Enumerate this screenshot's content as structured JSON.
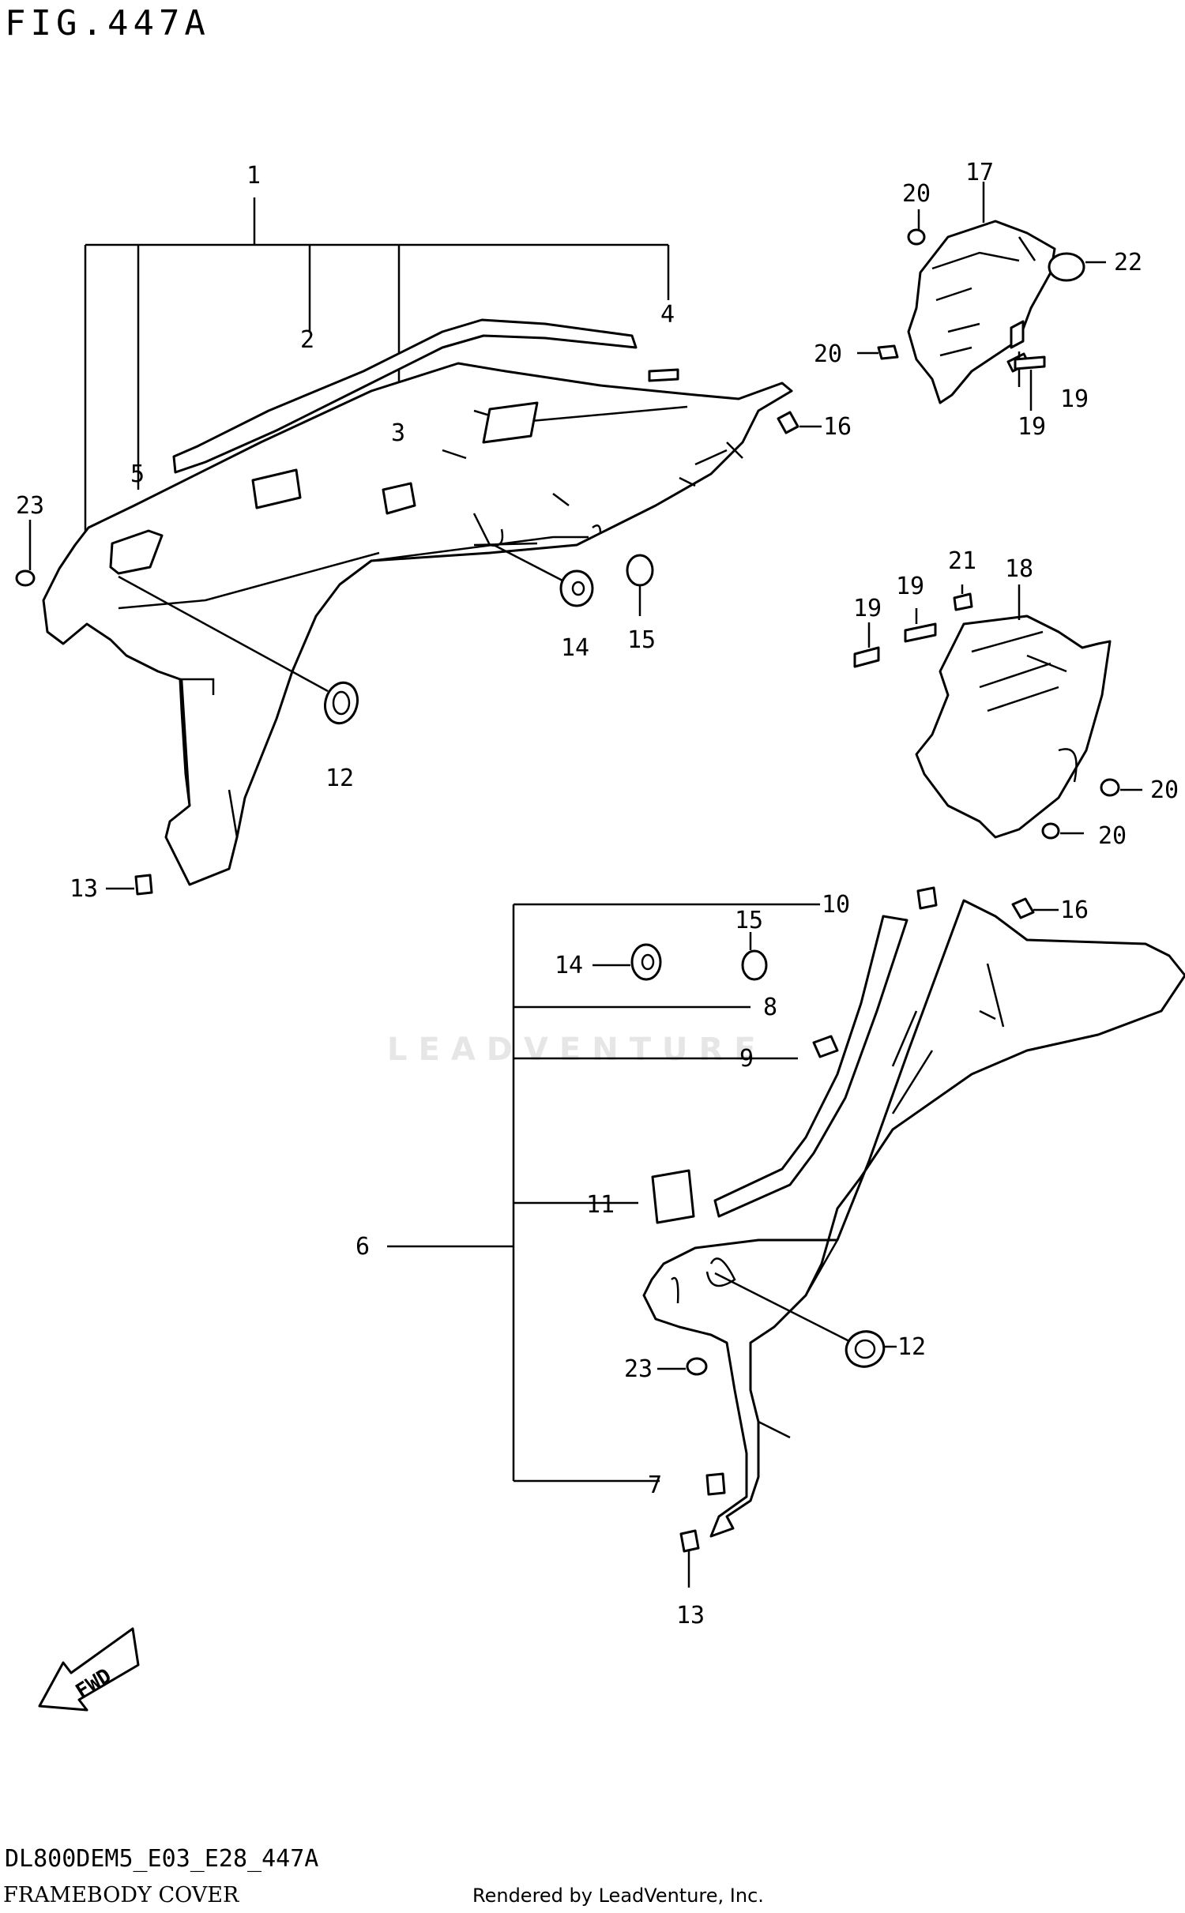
{
  "figure": {
    "title": "FIG.447A",
    "model_code": "DL800DEM5_E03_E28_447A",
    "name": "FRAMEBODY COVER",
    "credit": "Rendered by LeadVenture, Inc.",
    "watermark": "LEADVENTURE"
  },
  "fwd_label": "FWD",
  "callouts": {
    "c1": "1",
    "c2": "2",
    "c3": "3",
    "c4": "4",
    "c5": "5",
    "c6": "6",
    "c7": "7",
    "c8": "8",
    "c9": "9",
    "c10": "10",
    "c11": "11",
    "c12a": "12",
    "c12b": "12",
    "c13a": "13",
    "c13b": "13",
    "c14a": "14",
    "c14b": "14",
    "c15a": "15",
    "c15b": "15",
    "c16a": "16",
    "c16b": "16",
    "c17": "17",
    "c18": "18",
    "c19a": "19",
    "c19b": "19",
    "c19c": "19",
    "c19d": "19",
    "c20a": "20",
    "c20b": "20",
    "c20c": "20",
    "c20d": "20",
    "c21": "21",
    "c22": "22",
    "c23a": "23",
    "c23b": "23"
  }
}
